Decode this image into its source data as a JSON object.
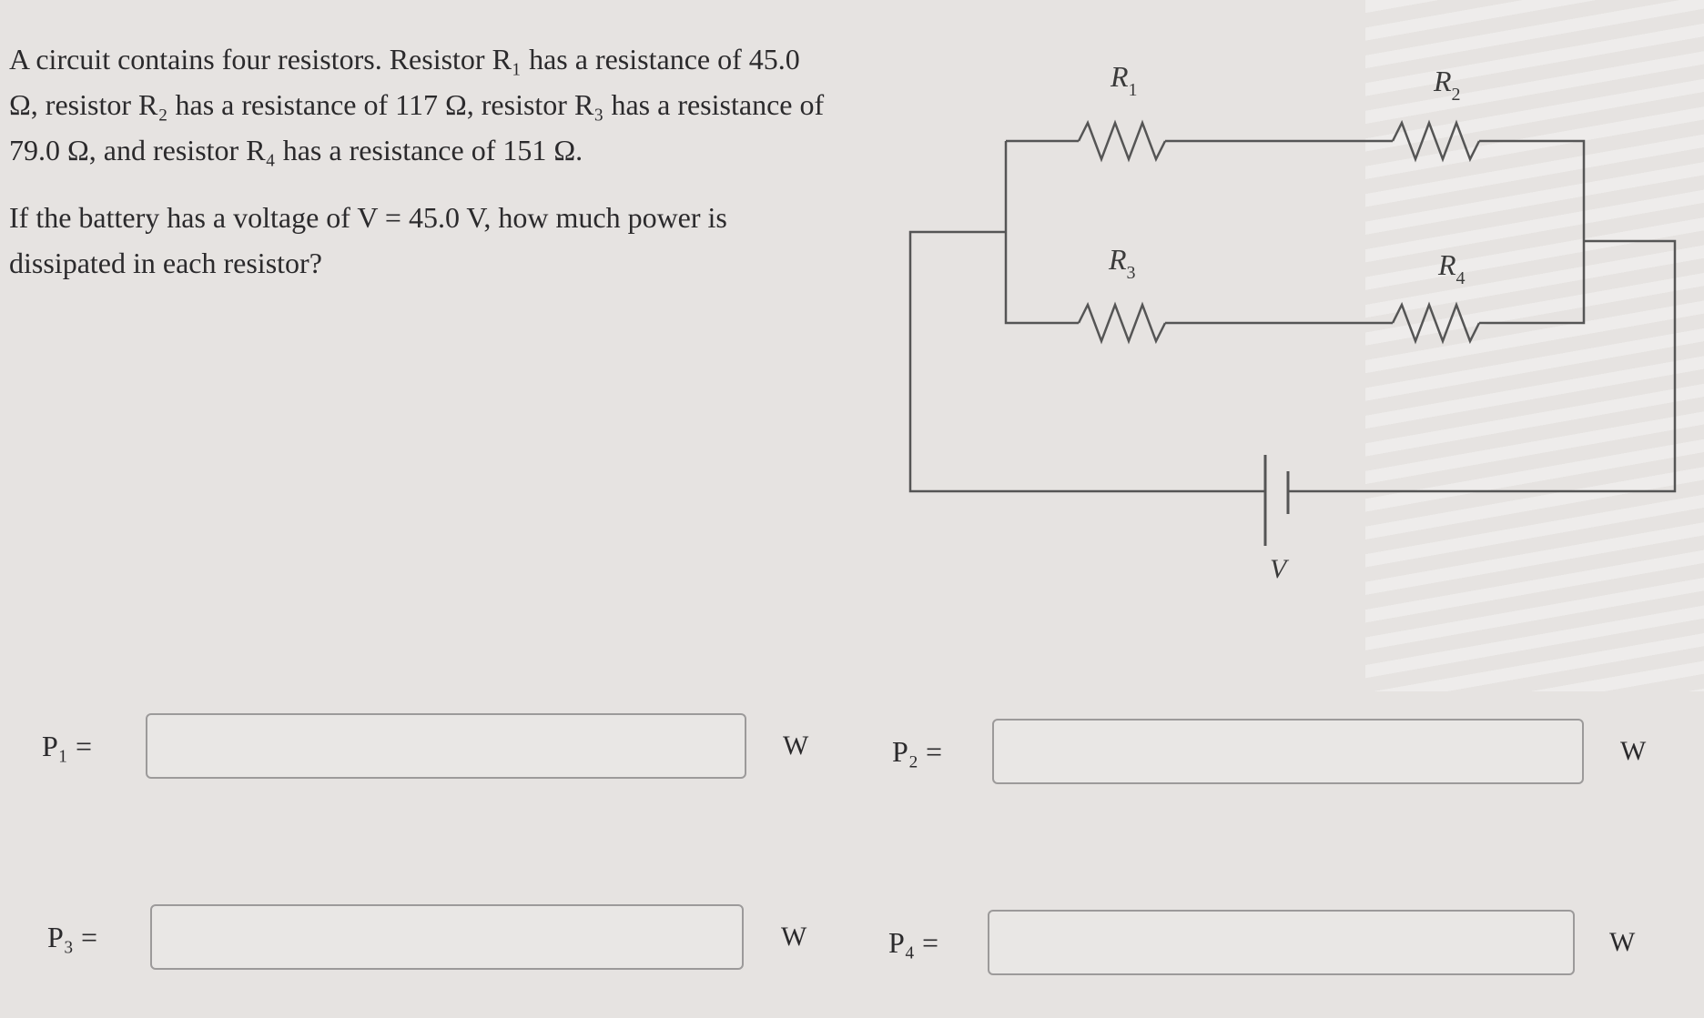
{
  "problem": {
    "paragraph1": "A circuit contains four resistors. Resistor R₁ has a resistance of 45.0 Ω, resistor R₂ has a resistance of 117 Ω, resistor R₃ has a resistance of 79.0 Ω, and resistor R₄ has a resistance of 151 Ω.",
    "paragraph2": "If the battery has a voltage of V = 45.0 V, how much power is dissipated in each resistor?"
  },
  "circuit": {
    "r1_label": "R",
    "r1_sub": "1",
    "r2_label": "R",
    "r2_sub": "2",
    "r3_label": "R",
    "r3_sub": "3",
    "r4_label": "R",
    "r4_sub": "4",
    "battery_label": "V"
  },
  "answers": [
    {
      "label": "P₁ =",
      "unit": "W",
      "value": ""
    },
    {
      "label": "P₂ =",
      "unit": "W",
      "value": ""
    },
    {
      "label": "P₃ =",
      "unit": "W",
      "value": ""
    },
    {
      "label": "P₄ =",
      "unit": "W",
      "value": ""
    }
  ]
}
